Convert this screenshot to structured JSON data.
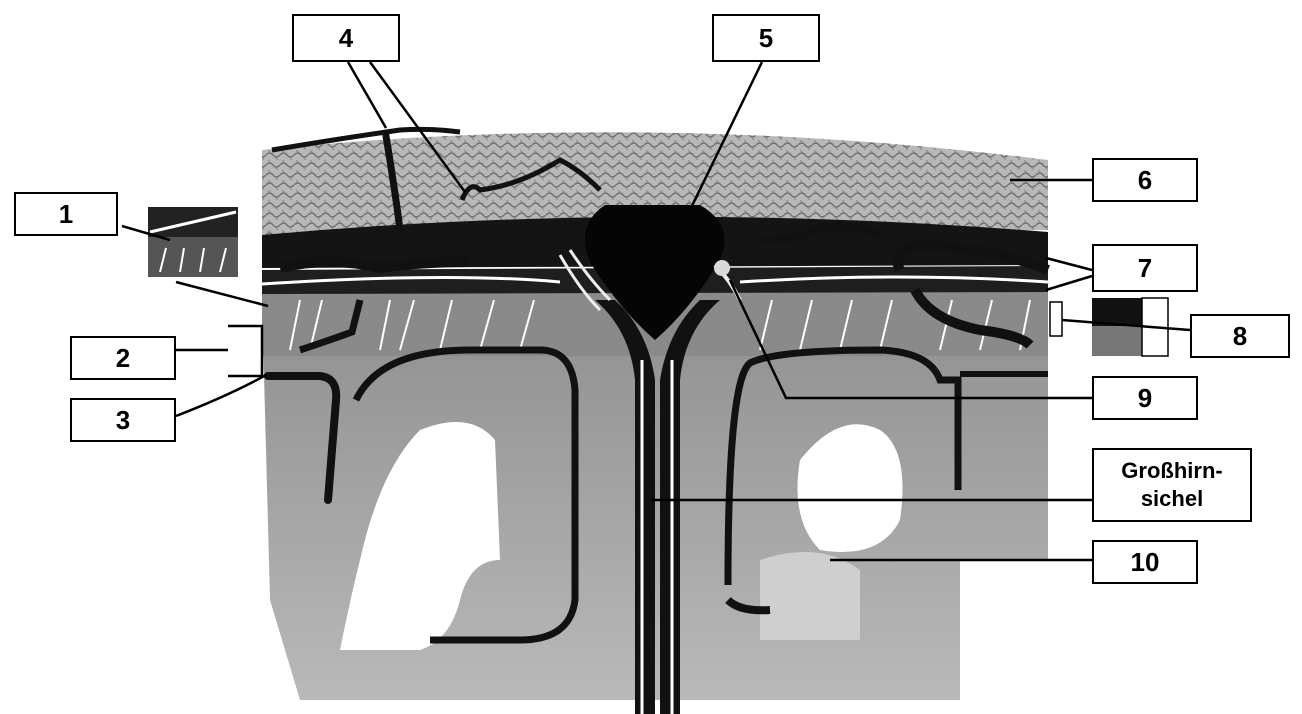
{
  "labels": {
    "l1": "1",
    "l2": "2",
    "l3": "3",
    "l4": "4",
    "l5": "5",
    "l6": "6",
    "l7": "7",
    "l8": "8",
    "l9": "9",
    "l10": "10",
    "falx_line1": "Großhirn-",
    "falx_line2": "sichel"
  },
  "colors": {
    "bone": "#a9a9a9",
    "dura": "#111111",
    "cortex": "#9a9a9a",
    "white_matter": "#ffffff"
  }
}
